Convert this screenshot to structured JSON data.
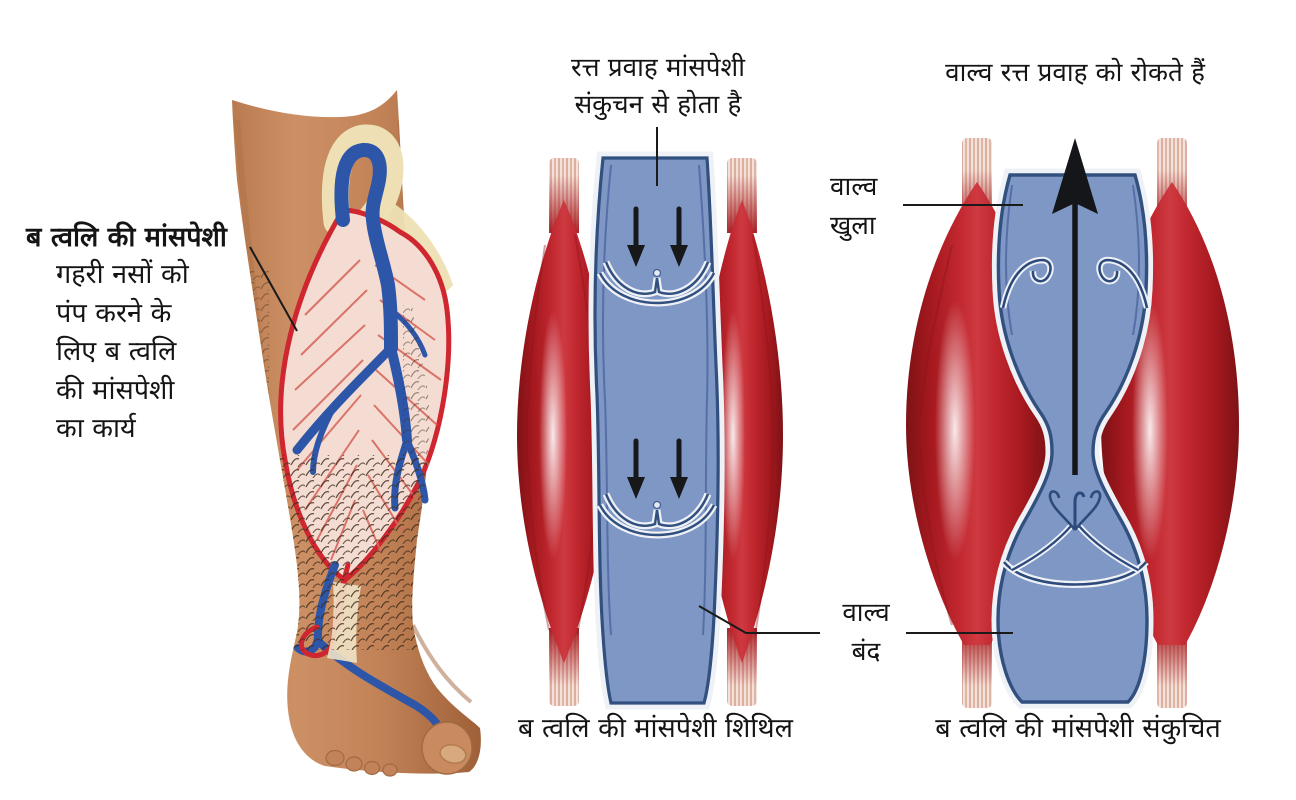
{
  "page": {
    "background": "#ffffff",
    "language": "hi",
    "subject": "calf-muscle-venous-pump-diagram"
  },
  "left_panel": {
    "label_title": "ब त्वलि की मांसपेशी",
    "label_lines": [
      "गहरी नसों को",
      "पंप करने के",
      "लिए ब त्वलि",
      "की मांसपेशी",
      "का कार्य"
    ],
    "illustration": "leg-calf-cutaway"
  },
  "middle_panel": {
    "top_label_line1": "रत्त प्रवाह मांसपेशी",
    "top_label_line2": "संकुचन से होता है",
    "caption": "ब त्वलि की मांसपेशी शिथिल",
    "illustration": "relaxed-muscle-vein-valves"
  },
  "right_panel": {
    "top_label": "वाल्व रत्त प्रवाह को रोकते हैं",
    "valve_open_line1": "वाल्व",
    "valve_open_line2": "खुला",
    "valve_closed_line1": "वाल्व",
    "valve_closed_line2": "बंद",
    "caption": "ब त्वलि की मांसपेशी संकुचित",
    "illustration": "contracted-muscle-vein-valves"
  },
  "colors": {
    "muscle_red": "#c22830",
    "muscle_dark_red": "#7e1216",
    "tendon_pink": "#f3e2da",
    "vein_fill": "#7e97c4",
    "vein_wall_navy": "#32507f",
    "vein_wall_white": "#eef1f6",
    "deep_vein_blue": "#2d56a8",
    "artery_red": "#cf2630",
    "cutaway_pink": "#f4dcd3",
    "tendon_cream": "#eee0b4",
    "skin": "#c08156",
    "arrow_black": "#14161a",
    "text": "#141414"
  }
}
